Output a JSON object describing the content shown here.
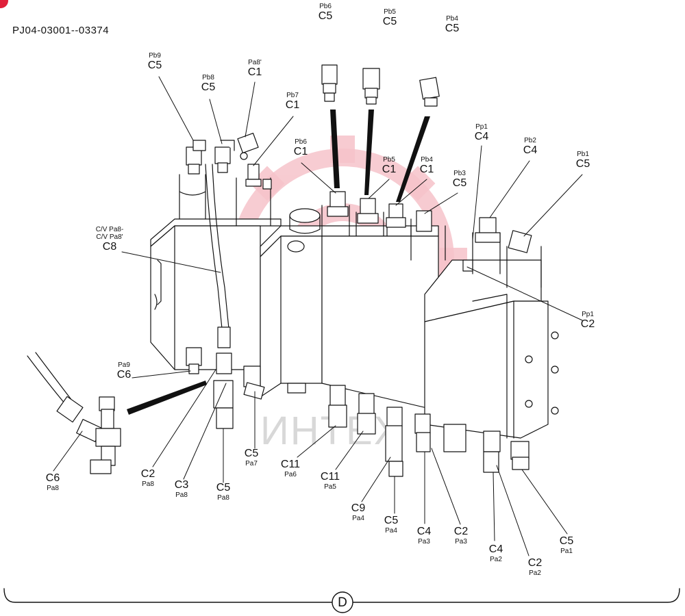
{
  "doc_id": "PJ04-03001--03374",
  "section_label": "D",
  "watermark_text": "ИНТЕХ",
  "colors": {
    "line": "#111111",
    "watermark": "#f4b8c0",
    "corner_mark": "#e0203a"
  },
  "callouts": {
    "pb6_top": {
      "port": "Pb6",
      "code": "C5"
    },
    "pb5_top": {
      "port": "Pb5",
      "code": "C5"
    },
    "pb4_top": {
      "port": "Pb4",
      "code": "C5"
    },
    "pb9": {
      "port": "Pb9",
      "code": "C5"
    },
    "pb8": {
      "port": "Pb8",
      "code": "C5"
    },
    "pa8p": {
      "port": "Pa8'",
      "code": "C1"
    },
    "pb7": {
      "port": "Pb7",
      "code": "C1"
    },
    "pb6": {
      "port": "Pb6",
      "code": "C1"
    },
    "pb5": {
      "port": "Pb5",
      "code": "C1"
    },
    "pb4": {
      "port": "Pb4",
      "code": "C1"
    },
    "pb3": {
      "port": "Pb3",
      "code": "C5"
    },
    "pp1_top": {
      "port": "Pp1",
      "code": "C4"
    },
    "pb2": {
      "port": "Pb2",
      "code": "C4"
    },
    "pb1": {
      "port": "Pb1",
      "code": "C5"
    },
    "cv": {
      "line1": "C/V Pa8-",
      "line2": "C/V Pa8'",
      "code": "C8"
    },
    "pp1_c2": {
      "port": "Pp1",
      "code": "C2"
    },
    "pa9": {
      "port": "Pa9",
      "code": "C6"
    },
    "c6_pa8": {
      "code": "C6",
      "port": "Pa8"
    },
    "c2_pa8": {
      "code": "C2",
      "port": "Pa8"
    },
    "c3_pa8": {
      "code": "C3",
      "port": "Pa8"
    },
    "c5_pa8": {
      "code": "C5",
      "port": "Pa8"
    },
    "c5_pa7": {
      "code": "C5",
      "port": "Pa7"
    },
    "c11_pa6": {
      "code": "C11",
      "port": "Pa6"
    },
    "c11_pa5": {
      "code": "C11",
      "port": "Pa5"
    },
    "c9_pa4": {
      "code": "C9",
      "port": "Pa4"
    },
    "c5_pa4": {
      "code": "C5",
      "port": "Pa4"
    },
    "c4_pa3": {
      "code": "C4",
      "port": "Pa3"
    },
    "c2_pa3": {
      "code": "C2",
      "port": "Pa3"
    },
    "c4_pa2": {
      "code": "C4",
      "port": "Pa2"
    },
    "c2_pa2": {
      "code": "C2",
      "port": "Pa2"
    },
    "c5_pa1": {
      "code": "C5",
      "port": "Pa1"
    }
  }
}
